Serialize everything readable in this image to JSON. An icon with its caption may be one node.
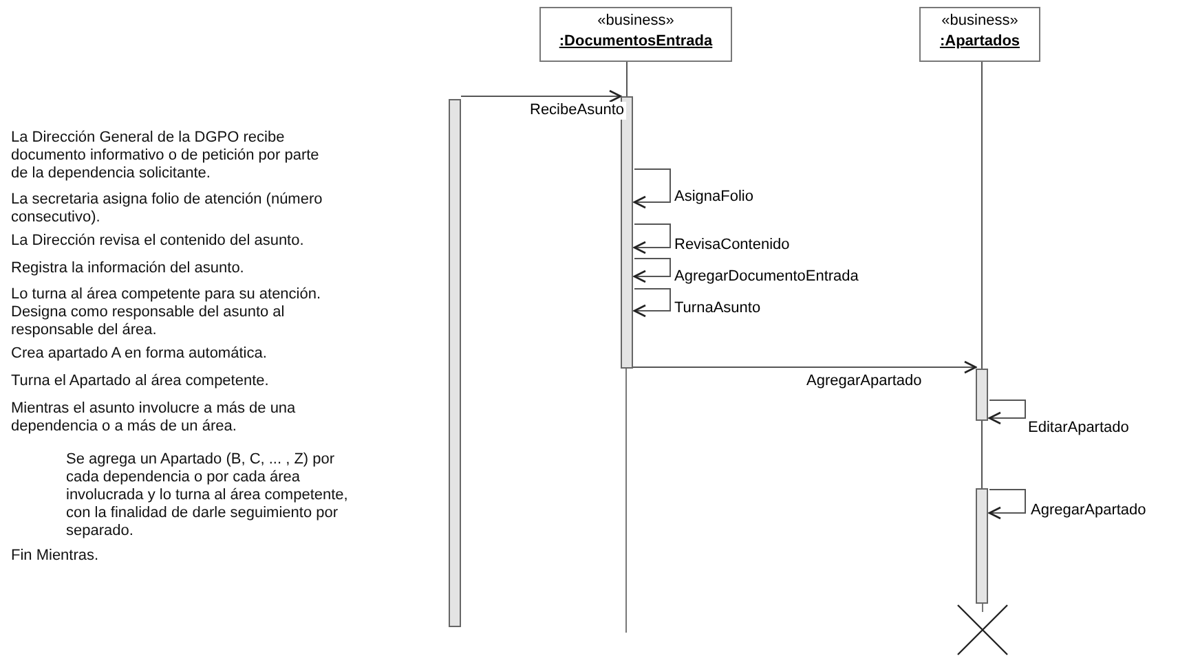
{
  "diagram": {
    "nodes": [
      {
        "text": [],
        "shape": "bar"
      },
      {
        "text": [
          "«business»",
          ":DocumentosEntrada"
        ]
      },
      {
        "text": [
          "«business»",
          ":Apartados"
        ]
      },
      {
        "text": [],
        "shape": "bar"
      },
      {
        "text": [],
        "shape": "bar"
      },
      {
        "text": [],
        "shape": "bar"
      }
    ],
    "edges": [
      {
        "from": 1,
        "to": 3,
        "arrow": "none"
      },
      {
        "from": 2,
        "to": 4,
        "arrow": "none"
      },
      {
        "from": 4,
        "to": 5,
        "arrow": "none"
      },
      {
        "from": 0,
        "to": 3,
        "arrow": "to",
        "label": "RecibeAsunto"
      },
      {
        "from": 3,
        "to": 3,
        "arrow": "to",
        "label": "AsignaFolio"
      },
      {
        "from": 3,
        "to": 3,
        "arrow": "to",
        "label": "RevisaContenido"
      },
      {
        "from": 3,
        "to": 3,
        "arrow": "to",
        "label": "AgregarDocumentoEntrada"
      },
      {
        "from": 3,
        "to": 3,
        "arrow": "to",
        "label": "TurnaAsunto"
      },
      {
        "from": 3,
        "to": 4,
        "arrow": "to",
        "label": "AgregarApartado"
      },
      {
        "from": 4,
        "to": 4,
        "arrow": "to",
        "label": "EditarApartado"
      },
      {
        "from": 5,
        "to": 5,
        "arrow": "to",
        "label": "AgregarApartado"
      }
    ],
    "labels": [
      "La Dirección General de la DGPO recibe documento informativo o de petición por parte de la dependencia solicitante.",
      "La secretaria asigna folio de atención (número consecutivo).",
      "La Dirección revisa el contenido del asunto.",
      "Registra la información del asunto.",
      "Lo turna al área competente para su atención. Designa como responsable del asunto al responsable del área.",
      "Crea apartado A en forma automática.",
      "Turna el Apartado al área competente.",
      "Mientras el asunto involucre a más de una dependencia o a más de un área.",
      "Se agrega un Apartado (B, C, ... , Z) por cada dependencia o por cada área involucrada y lo turna al área competente, con la finalidad de darle seguimiento por separado.",
      "Fin Mientras."
    ]
  }
}
